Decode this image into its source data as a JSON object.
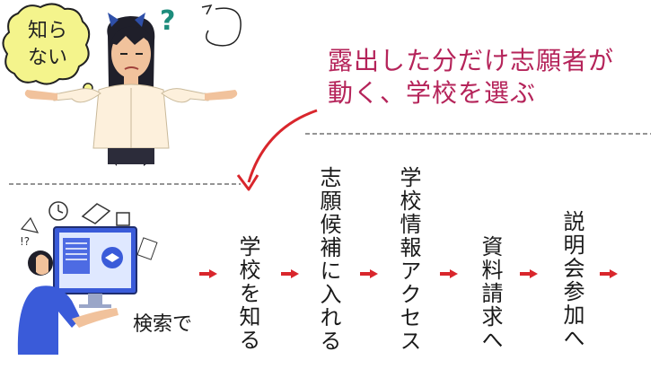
{
  "thought_bubble": {
    "line1": "知ら",
    "line2": "ない"
  },
  "headline": {
    "line1": "露出した分だけ志願者が",
    "line2": "動く、学校を選ぶ"
  },
  "search_label": "検索で",
  "steps": [
    {
      "label": "学校を知る"
    },
    {
      "label": "志願候補に入れる"
    },
    {
      "label": "学校情報アクセス"
    },
    {
      "label": "資料請求へ"
    },
    {
      "label": "説明会参加へ"
    }
  ],
  "colors": {
    "accent": "#b5245a",
    "arrow": "#d9262c",
    "bubble": "#f4f48c",
    "screen": "#3a5bd9",
    "shirt": "#fdf0dc"
  }
}
